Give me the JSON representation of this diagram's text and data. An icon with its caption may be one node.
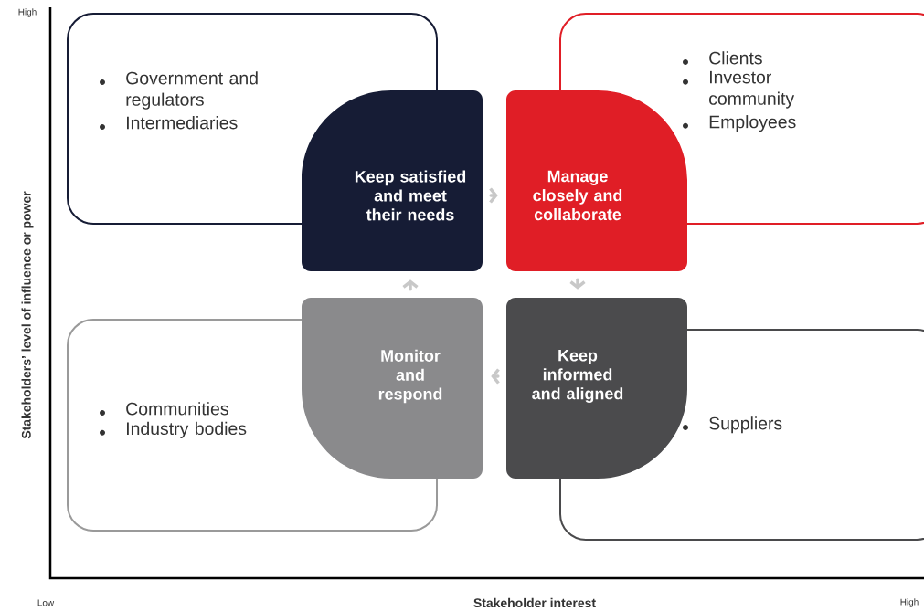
{
  "diagram": {
    "nodes": [
      {
        "text": [
          "Government and regulators",
          "Intermediaries"
        ]
      },
      {
        "text": [
          "Clients",
          "Investor community",
          "Employees"
        ]
      },
      {
        "text": [
          "Communities",
          "Industry bodies"
        ]
      },
      {
        "text": [
          "Suppliers"
        ]
      },
      {
        "text": [
          "Keep satisfied and meet their needs"
        ]
      },
      {
        "text": [
          "Manage closely and collaborate"
        ]
      },
      {
        "text": [
          "Monitor and respond"
        ]
      },
      {
        "text": [
          "Keep informed and aligned"
        ]
      }
    ],
    "edges": [
      {
        "from": 4,
        "to": 5,
        "arrow": "to"
      },
      {
        "from": 5,
        "to": 7,
        "arrow": "to"
      },
      {
        "from": 7,
        "to": 6,
        "arrow": "to"
      },
      {
        "from": 6,
        "to": 4,
        "arrow": "to"
      }
    ],
    "labels": [
      "High",
      "Stakeholders’ level of influence or power",
      "Low",
      "Stakeholder interest",
      "High"
    ]
  }
}
